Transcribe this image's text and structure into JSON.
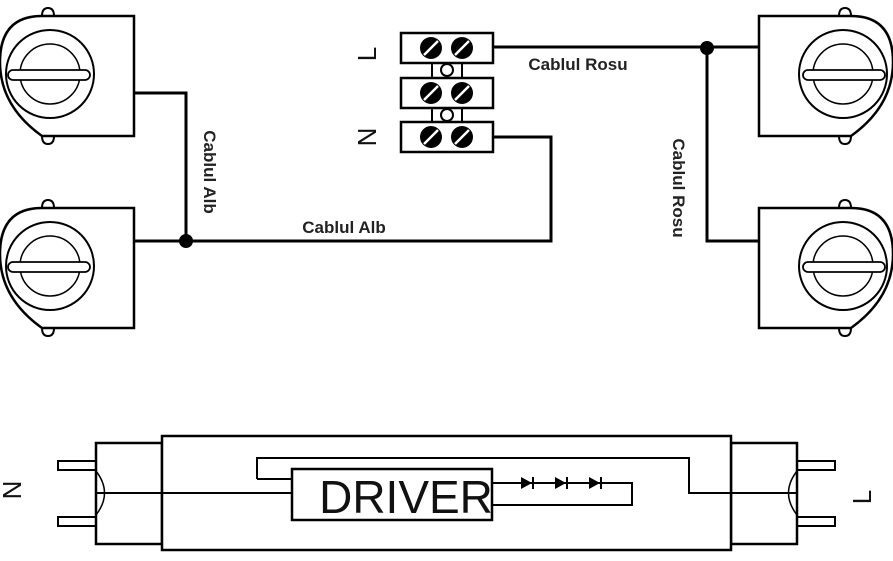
{
  "labels": {
    "wire_white_vertical": "Cablul Alb",
    "wire_white_horizontal": "Cablul Alb",
    "wire_red_horizontal": "Cablul Rosu",
    "wire_red_vertical": "Cablul Rosu",
    "terminal_live": "L",
    "terminal_neutral": "N",
    "tube_driver": "DRIVER",
    "tube_left_terminal": "N",
    "tube_right_terminal": "L"
  },
  "colors": {
    "line": "#000000",
    "background": "#ffffff"
  }
}
